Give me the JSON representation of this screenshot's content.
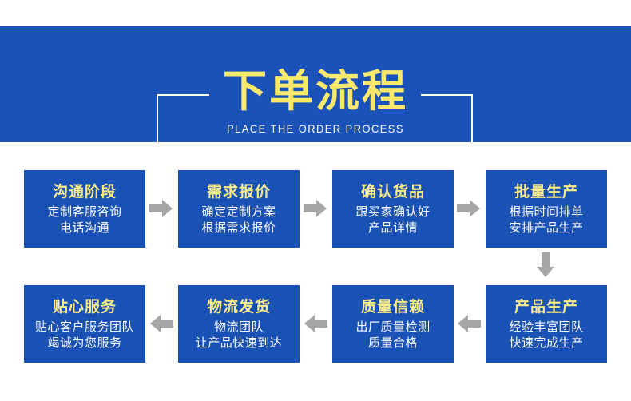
{
  "banner": {
    "title": "下单流程",
    "subtitle": "PLACE THE ORDER PROCESS",
    "background_color": "#1b52b8",
    "title_color": "#fae96d",
    "subtitle_color": "#ffffff",
    "frame_border_color": "#ffffff"
  },
  "flow": {
    "box_color": "#1a51b5",
    "box_title_color": "#f8ec8a",
    "box_text_color": "#ffffff",
    "arrow_color": "#a6a6a6",
    "steps": [
      {
        "index": 1,
        "title": "沟通阶段",
        "lines": [
          "定制客服咨询",
          "电话沟通"
        ]
      },
      {
        "index": 2,
        "title": "需求报价",
        "lines": [
          "确定定制方案",
          "根据需求报价"
        ]
      },
      {
        "index": 3,
        "title": "确认货品",
        "lines": [
          "跟买家确认好",
          "产品详情"
        ]
      },
      {
        "index": 4,
        "title": "批量生产",
        "lines": [
          "根据时间排单",
          "安排产品生产"
        ]
      },
      {
        "index": 5,
        "title": "产品生产",
        "lines": [
          "经验丰富团队",
          "快速完成生产"
        ]
      },
      {
        "index": 6,
        "title": "质量信赖",
        "lines": [
          "出厂质量检测",
          "质量合格"
        ]
      },
      {
        "index": 7,
        "title": "物流发货",
        "lines": [
          "物流团队",
          "让产品快速到达"
        ]
      },
      {
        "index": 8,
        "title": "贴心服务",
        "lines": [
          "贴心客户服务团队",
          "竭诚为您服务"
        ]
      }
    ],
    "arrows": [
      {
        "name": "arrow-step1-to-step2",
        "direction": "right"
      },
      {
        "name": "arrow-step2-to-step3",
        "direction": "right"
      },
      {
        "name": "arrow-step3-to-step4",
        "direction": "right"
      },
      {
        "name": "arrow-step4-to-step5",
        "direction": "down"
      },
      {
        "name": "arrow-step5-to-step6",
        "direction": "left"
      },
      {
        "name": "arrow-step6-to-step7",
        "direction": "left"
      },
      {
        "name": "arrow-step7-to-step8",
        "direction": "left"
      }
    ]
  }
}
